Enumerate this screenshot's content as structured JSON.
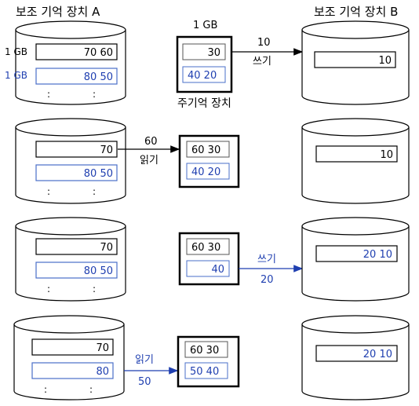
{
  "colors": {
    "black": "#000000",
    "blue": "#1f3fb0",
    "blue_box": "#4a6fc8",
    "gray_box": "#555555"
  },
  "headers": {
    "left": "보조 기억 장치 A",
    "right": "보조 기억 장치 B"
  },
  "main_memory": {
    "size_label": "1 GB",
    "caption": "주기억 장치"
  },
  "disk_labels": {
    "row1_black": "1 GB",
    "row1_blue": "1 GB"
  },
  "ellipsis": ":",
  "rows": [
    {
      "disk_a": {
        "top": "70 60",
        "bottom": "80 50"
      },
      "memory": {
        "top": "30",
        "bottom": "40 20"
      },
      "disk_b": {
        "top": "10"
      },
      "op": {
        "value": "10",
        "action": "쓰기"
      }
    },
    {
      "disk_a": {
        "top": "70",
        "bottom": "80 50"
      },
      "memory": {
        "top": "60 30",
        "bottom": "40 20"
      },
      "disk_b": {
        "top": "10"
      },
      "op": {
        "value": "60",
        "action": "읽기"
      }
    },
    {
      "disk_a": {
        "top": "70",
        "bottom": "80 50"
      },
      "memory": {
        "top": "60 30",
        "bottom": "40"
      },
      "disk_b": {
        "top": "20 10"
      },
      "op": {
        "value": "20",
        "action": "쓰기"
      }
    },
    {
      "disk_a": {
        "top": "70",
        "bottom": "80"
      },
      "memory": {
        "top": "60 30",
        "bottom": "50 40"
      },
      "disk_b": {
        "top": "20 10"
      },
      "op": {
        "value": "50",
        "action": "읽기"
      }
    }
  ]
}
